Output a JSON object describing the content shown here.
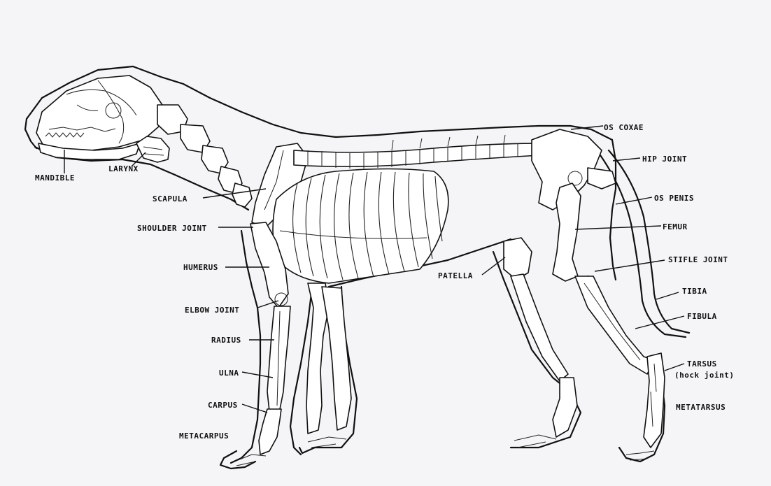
{
  "labels": {
    "mandible": "MANDIBLE",
    "larynx": "LARYNX",
    "scapula": "SCAPULA",
    "shoulder_joint": "SHOULDER JOINT",
    "humerus": "HUMERUS",
    "elbow_joint": "ELBOW JOINT",
    "radius": "RADIUS",
    "ulna": "ULNA",
    "carpus": "CARPUS",
    "metacarpus": "METACARPUS",
    "os_coxae": "OS COXAE",
    "hip_joint": "HIP JOINT",
    "os_penis": "OS PENIS",
    "femur": "FEMUR",
    "stifle_joint": "STIFLE JOINT",
    "tibia": "TIBIA",
    "fibula": "FIBULA",
    "patella": "PATELLA",
    "tarsus": "TARSUS",
    "tarsus_note": "(hock joint)",
    "metatarsus": "METATARSUS"
  }
}
